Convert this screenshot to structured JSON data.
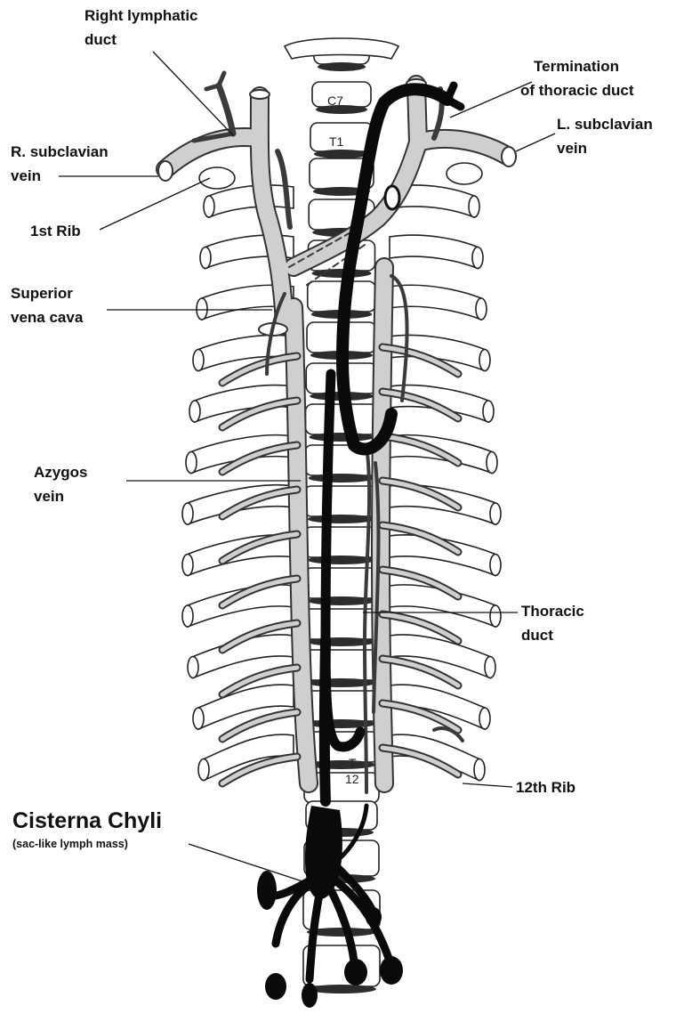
{
  "figure": {
    "vertebra_labels": {
      "c7": "C7",
      "t1": "T1",
      "t12_a": "T",
      "t12_b": "12"
    },
    "labels": {
      "right_lymphatic_duct": [
        "Right lymphatic",
        "duct"
      ],
      "termination_thoracic_duct": [
        "Termination",
        "of thoracic duct"
      ],
      "r_subclavian_vein": [
        "R. subclavian",
        "vein"
      ],
      "l_subclavian_vein": [
        "L. subclavian",
        "vein"
      ],
      "first_rib": "1st Rib",
      "superior_vena_cava": [
        "Superior",
        "vena cava"
      ],
      "azygos_vein": [
        "Azygos",
        "vein"
      ],
      "thoracic_duct": [
        "Thoracic",
        "duct"
      ],
      "twelfth_rib": "12th Rib",
      "cisterna_chyli": "Cisterna Chyli",
      "cisterna_chyli_note": "(sac-like lymph mass)"
    },
    "colors": {
      "background": "#ffffff",
      "lymph_duct": "#0a0a0a",
      "vein_fill": "#cfcfcf",
      "vein_outline": "#333333",
      "bone_fill": "#ffffff"
    }
  }
}
